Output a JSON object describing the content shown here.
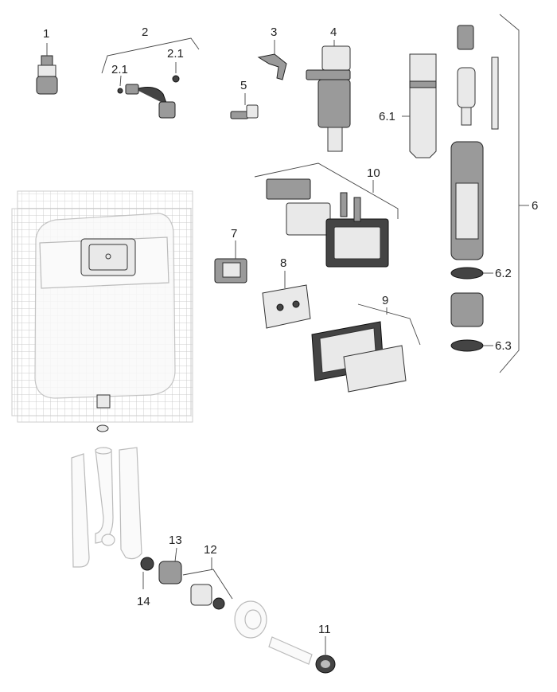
{
  "labels": {
    "l1": "1",
    "l2": "2",
    "l2_1a": "2.1",
    "l2_1b": "2.1",
    "l3": "3",
    "l4": "4",
    "l5": "5",
    "l6": "6",
    "l6_1": "6.1",
    "l6_2": "6.2",
    "l6_3": "6.3",
    "l7": "7",
    "l8": "8",
    "l9": "9",
    "l10": "10",
    "l11": "11",
    "l12": "12",
    "l13": "13",
    "l14": "14"
  },
  "colors": {
    "line": "#444444",
    "part_light": "#e9e9e9",
    "part_dark": "#444444",
    "mesh": "#eeeeee"
  }
}
